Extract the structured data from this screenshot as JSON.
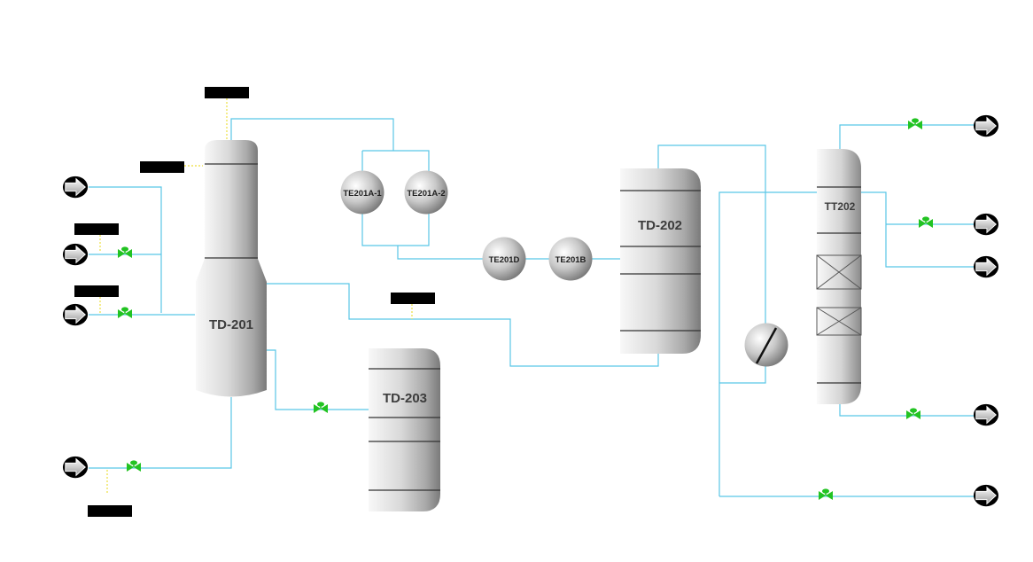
{
  "vessels": {
    "td201": "TD-201",
    "td202": "TD-202",
    "td203": "TD-203",
    "tt202": "TT202"
  },
  "exchangers": {
    "te201a1": "TE201A-1",
    "te201a2": "TE201A-2",
    "te201d": "TE201D",
    "te201b": "TE201B"
  },
  "colors": {
    "pipe": "#59c6e6",
    "valve": "#22c322",
    "signal_line": "#f0e45a",
    "tag_box": "#000000",
    "vessel_body": "#c8c8c8",
    "arrow_bg": "#000000"
  },
  "icons": {
    "valve": "gate-valve-icon",
    "offpage_arrow": "off-page-connector-arrow-icon",
    "heat_exchanger": "sphere-heat-exchanger-icon",
    "filter": "filter-icon"
  }
}
